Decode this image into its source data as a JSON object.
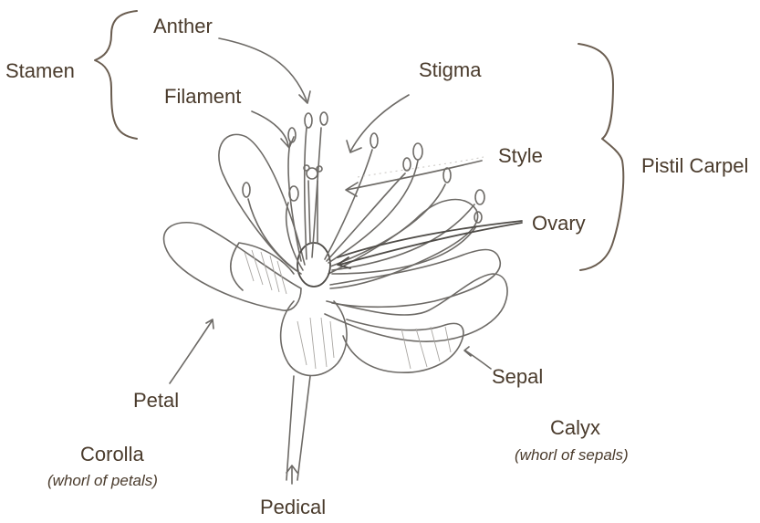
{
  "labels": {
    "anther": "Anther",
    "stamen": "Stamen",
    "filament": "Filament",
    "stigma": "Stigma",
    "style": "Style",
    "pistil_carpel": "Pistil Carpel",
    "ovary": "Ovary",
    "petal": "Petal",
    "sepal": "Sepal",
    "corolla": "Corolla",
    "corolla_note": "(whorl of petals)",
    "calyx": "Calyx",
    "calyx_note": "(whorl of sepals)",
    "pedical": "Pedical"
  },
  "colors": {
    "label_text": "#4a3b2c",
    "pencil": "#6d6a66",
    "brace": "#6a5d50"
  }
}
